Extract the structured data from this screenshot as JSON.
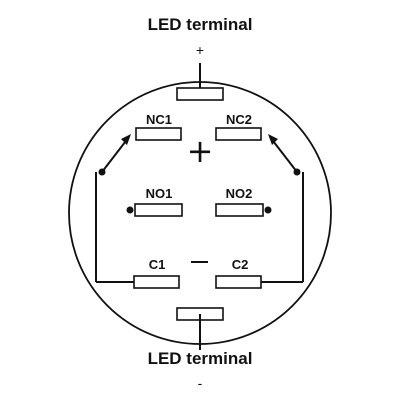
{
  "top_terminal": {
    "title": "LED terminal",
    "polarity": "+"
  },
  "bottom_terminal": {
    "title": "LED terminal",
    "polarity": "-"
  },
  "center_symbols": {
    "plus": "+",
    "minus": "-"
  },
  "pins": {
    "nc1": "NC1",
    "nc2": "NC2",
    "no1": "NO1",
    "no2": "NO2",
    "c1": "C1",
    "c2": "C2"
  }
}
